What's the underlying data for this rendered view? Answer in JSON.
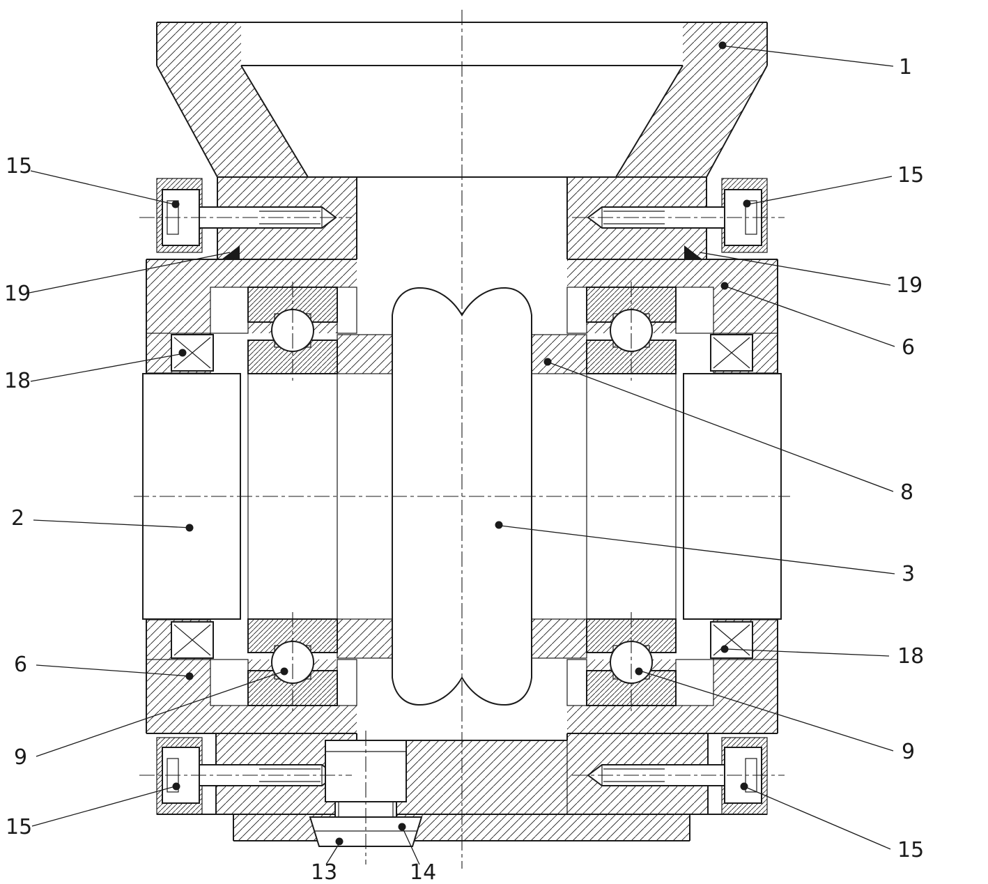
{
  "drawing": {
    "colors": {
      "background": "#ffffff",
      "line": "#1a1a1a"
    },
    "callouts": [
      {
        "key": "part-1-top-housing",
        "text": "1"
      },
      {
        "key": "part-15-bolt-top-left",
        "text": "15"
      },
      {
        "key": "part-15-bolt-top-right",
        "text": "15"
      },
      {
        "key": "part-19-mark-left",
        "text": "19"
      },
      {
        "key": "part-19-mark-right",
        "text": "19"
      },
      {
        "key": "part-6-ring-right",
        "text": "6"
      },
      {
        "key": "part-18-seal-left",
        "text": "18"
      },
      {
        "key": "part-8-spacer",
        "text": "8"
      },
      {
        "key": "part-2-outer-cylinder",
        "text": "2"
      },
      {
        "key": "part-3-shaft",
        "text": "3"
      },
      {
        "key": "part-6-ring-left",
        "text": "6"
      },
      {
        "key": "part-18-seal-right",
        "text": "18"
      },
      {
        "key": "part-9-bearing-left",
        "text": "9"
      },
      {
        "key": "part-9-bearing-right",
        "text": "9"
      },
      {
        "key": "part-15-bolt-bottom-left",
        "text": "15"
      },
      {
        "key": "part-15-bolt-bottom-right",
        "text": "15"
      },
      {
        "key": "part-13-cover-disc",
        "text": "13"
      },
      {
        "key": "part-14-plug",
        "text": "14"
      }
    ]
  }
}
